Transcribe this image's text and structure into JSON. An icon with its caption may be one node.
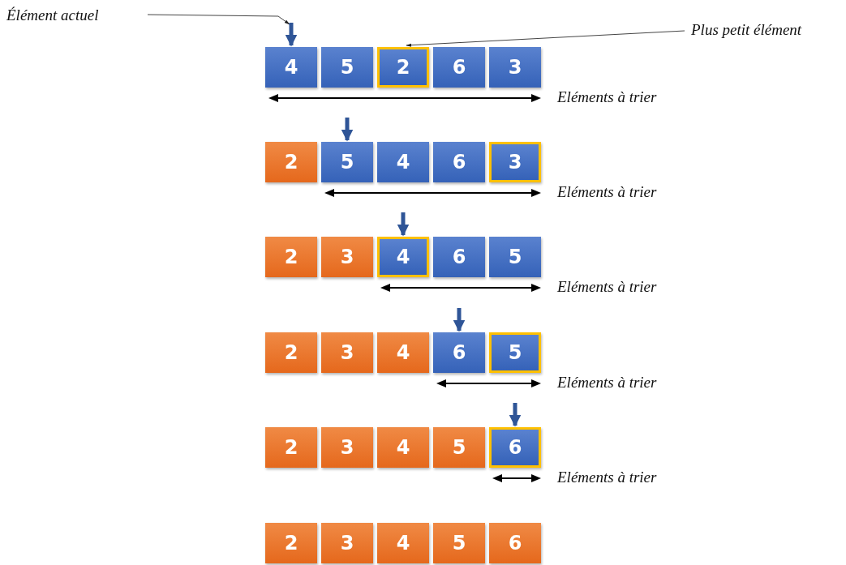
{
  "diagram": {
    "nodes": [
      {
        "text": [
          "Élément actuel"
        ]
      },
      {
        "text": [
          "Plus petit élément"
        ]
      },
      {
        "text": [
          "4"
        ]
      },
      {
        "text": [
          "5"
        ]
      },
      {
        "text": [
          "2"
        ]
      },
      {
        "text": [
          "6"
        ]
      },
      {
        "text": [
          "3"
        ]
      },
      {
        "text": [
          "2"
        ]
      },
      {
        "text": [
          "5"
        ]
      },
      {
        "text": [
          "4"
        ]
      },
      {
        "text": [
          "6"
        ]
      },
      {
        "text": [
          "3"
        ]
      },
      {
        "text": [
          "2"
        ]
      },
      {
        "text": [
          "3"
        ]
      },
      {
        "text": [
          "4"
        ]
      },
      {
        "text": [
          "6"
        ]
      },
      {
        "text": [
          "5"
        ]
      },
      {
        "text": [
          "2"
        ]
      },
      {
        "text": [
          "3"
        ]
      },
      {
        "text": [
          "4"
        ]
      },
      {
        "text": [
          "6"
        ]
      },
      {
        "text": [
          "5"
        ]
      },
      {
        "text": [
          "2"
        ]
      },
      {
        "text": [
          "3"
        ]
      },
      {
        "text": [
          "4"
        ]
      },
      {
        "text": [
          "5"
        ]
      },
      {
        "text": [
          "6"
        ]
      },
      {
        "text": [
          "2"
        ]
      },
      {
        "text": [
          "3"
        ]
      },
      {
        "text": [
          "4"
        ]
      },
      {
        "text": [
          "5"
        ]
      },
      {
        "text": [
          "6"
        ]
      }
    ],
    "edges": [
      {
        "from": 0,
        "to": null,
        "arrow": "to"
      },
      {
        "from": 1,
        "to": 4,
        "arrow": "to"
      },
      {
        "from": null,
        "to": 2,
        "arrow": "to",
        "color": "#2f5597"
      },
      {
        "from": null,
        "to": 8,
        "arrow": "to",
        "color": "#2f5597"
      },
      {
        "from": null,
        "to": 14,
        "arrow": "to",
        "color": "#2f5597"
      },
      {
        "from": null,
        "to": 20,
        "arrow": "to",
        "color": "#2f5597"
      },
      {
        "from": null,
        "to": 26,
        "arrow": "to",
        "color": "#2f5597"
      }
    ],
    "labels": [
      "Eléments à trier",
      "Eléments à trier",
      "Eléments à trier",
      "Eléments à trier",
      "Eléments à trier"
    ]
  }
}
